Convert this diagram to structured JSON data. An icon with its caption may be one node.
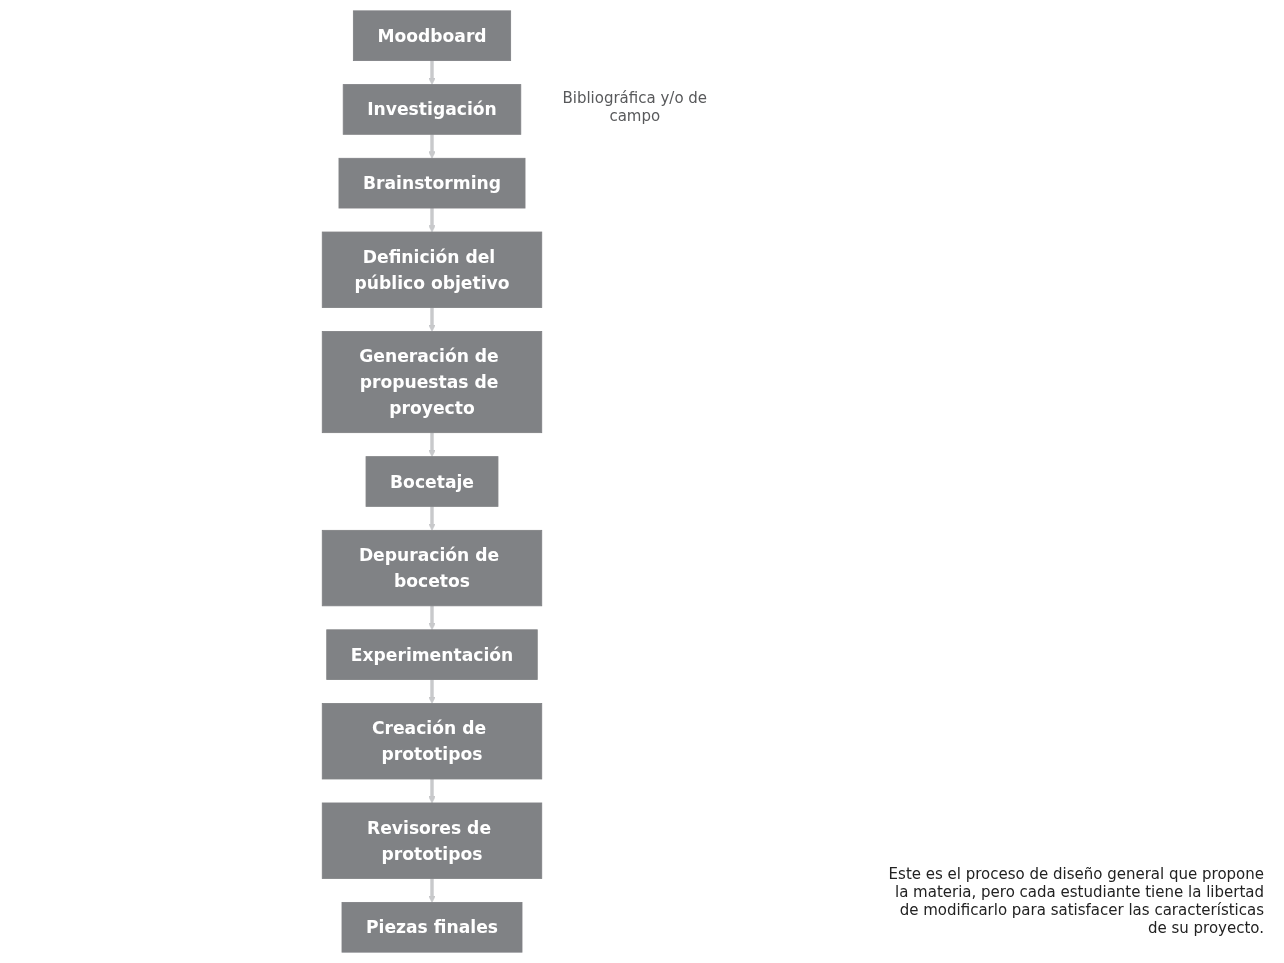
{
  "diagram": {
    "nodes": [
      {
        "text": [
          "Moodboard"
        ]
      },
      {
        "text": [
          "Investigación"
        ],
        "beside": [
          "Bibliográfica y/o de campo"
        ]
      },
      {
        "text": [
          "Brainstorming"
        ]
      },
      {
        "text": [
          "Definición del público objetivo"
        ]
      },
      {
        "text": [
          "Generación de propuestas de proyecto"
        ]
      },
      {
        "text": [
          "Bocetaje"
        ]
      },
      {
        "text": [
          "Depuración de bocetos"
        ]
      },
      {
        "text": [
          "Experimentación"
        ]
      },
      {
        "text": [
          "Creación de prototipos"
        ]
      },
      {
        "text": [
          "Revisores de prototipos"
        ]
      },
      {
        "text": [
          "Piezas finales"
        ]
      }
    ],
    "edges": [
      {
        "from": 0,
        "to": 1,
        "arrow": "to"
      },
      {
        "from": 1,
        "to": 2,
        "arrow": "to"
      },
      {
        "from": 2,
        "to": 3,
        "arrow": "to"
      },
      {
        "from": 3,
        "to": 4,
        "arrow": "to"
      },
      {
        "from": 4,
        "to": 5,
        "arrow": "to"
      },
      {
        "from": 5,
        "to": 6,
        "arrow": "to"
      },
      {
        "from": 6,
        "to": 7,
        "arrow": "to"
      },
      {
        "from": 7,
        "to": 8,
        "arrow": "to"
      },
      {
        "from": 8,
        "to": 9,
        "arrow": "to"
      },
      {
        "from": 9,
        "to": 10,
        "arrow": "to"
      }
    ],
    "labels": [
      "Este es el proceso de diseño general que propone la materia, pero cada estudiante tiene la libertad de modificarlo para satisfacer las características de su proyecto."
    ]
  }
}
